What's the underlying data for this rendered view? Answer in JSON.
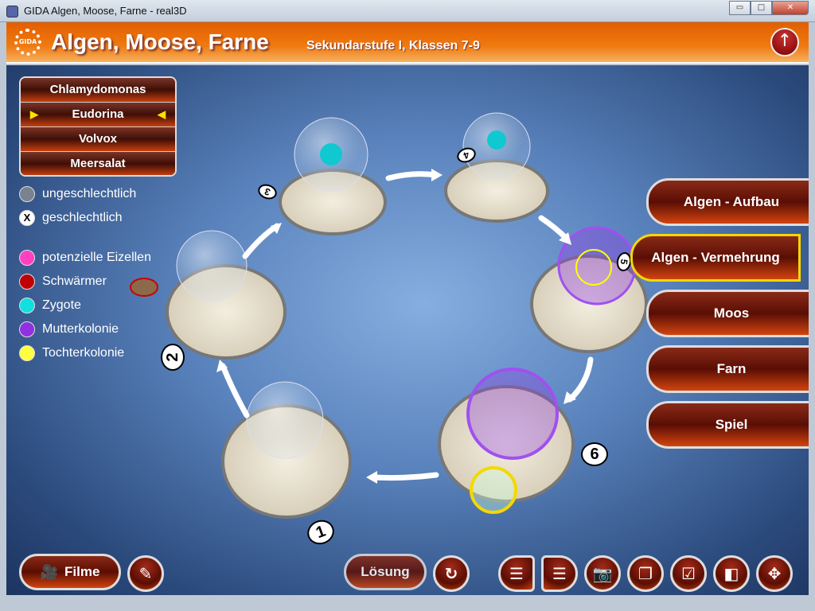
{
  "window": {
    "title": "GIDA Algen, Moose, Farne - real3D",
    "minimize": "▭",
    "maximize": "□",
    "close": "✕"
  },
  "header": {
    "logo": "GIDA",
    "title": "Algen, Moose, Farne",
    "subtitle": "Sekundarstufe I, Klassen 7-9",
    "up_icon": "↑"
  },
  "species": [
    {
      "label": "Chlamydomonas"
    },
    {
      "label": "Eudorina",
      "selected": true
    },
    {
      "label": "Volvox"
    },
    {
      "label": "Meersalat"
    }
  ],
  "legend_mode": [
    {
      "label": "ungeschlechtlich",
      "color": "#7a8290",
      "mark": ""
    },
    {
      "label": "geschlechtlich",
      "color": "#ffffff",
      "mark": "X"
    }
  ],
  "legend_colors": [
    {
      "label": "potenzielle Eizellen",
      "color": "#ff40c0"
    },
    {
      "label": "Schwärmer",
      "color": "#c00000"
    },
    {
      "label": "Zygote",
      "color": "#10e0e0"
    },
    {
      "label": "Mutterkolonie",
      "color": "#9030e0"
    },
    {
      "label": "Tochterkolonie",
      "color": "#ffff40"
    }
  ],
  "nav": [
    {
      "label": "Algen - Aufbau"
    },
    {
      "label": "Algen - Vermehrung",
      "active": true
    },
    {
      "label": "Moos"
    },
    {
      "label": "Farn"
    },
    {
      "label": "Spiel"
    }
  ],
  "stages": [
    "1",
    "2",
    "3",
    "4",
    "5",
    "6"
  ],
  "bottom": {
    "filme": "Filme",
    "loesung": "Lösung"
  },
  "icons": [
    "film-camera-icon",
    "notes-icon",
    "refresh-icon",
    "list-left-icon",
    "list-right-icon",
    "camera-icon",
    "copy-icon",
    "checkbox-icon",
    "split-view-icon",
    "move-icon"
  ]
}
